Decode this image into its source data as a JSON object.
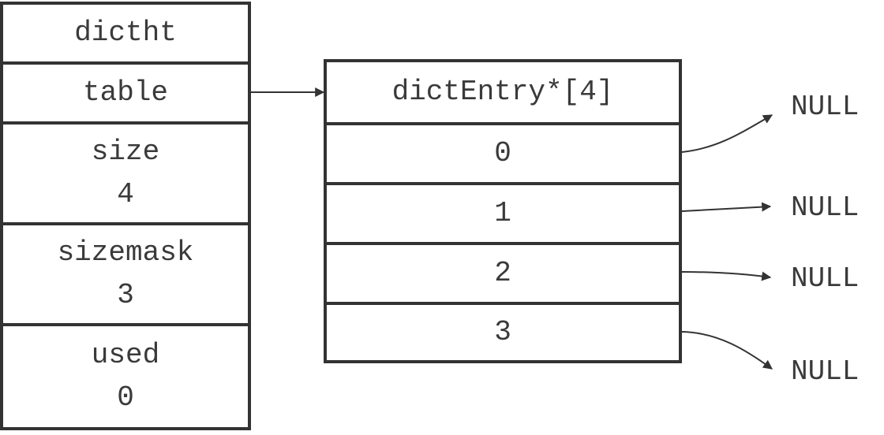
{
  "dictht": {
    "header": "dictht",
    "table_label": "table",
    "size": {
      "label": "size",
      "value": "4"
    },
    "sizemask": {
      "label": "sizemask",
      "value": "3"
    },
    "used": {
      "label": "used",
      "value": "0"
    }
  },
  "dict_entry_array": {
    "header": "dictEntry*[4]",
    "slots": [
      "0",
      "1",
      "2",
      "3"
    ]
  },
  "null_labels": [
    "NULL",
    "NULL",
    "NULL",
    "NULL"
  ],
  "colors": {
    "stroke": "#333333",
    "text": "#3a3a3a",
    "background": "#ffffff"
  }
}
